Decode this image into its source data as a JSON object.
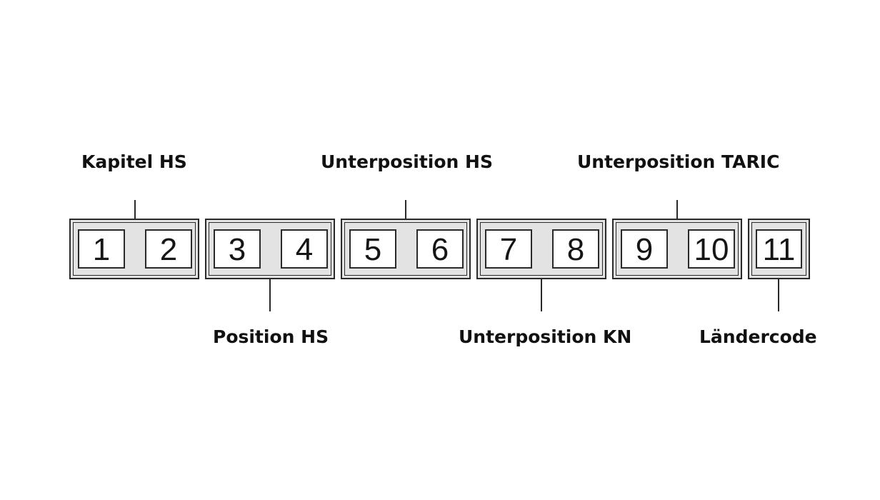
{
  "labels": {
    "kapitel_hs": "Kapitel HS",
    "position_hs": "Position HS",
    "unterposition_hs": "Unterposition HS",
    "unterposition_kn": "Unterposition KN",
    "unterposition_taric": "Unterposition TARIC",
    "laendercode": "Ländercode"
  },
  "digits": [
    "1",
    "2",
    "3",
    "4",
    "5",
    "6",
    "7",
    "8",
    "9",
    "10",
    "11"
  ]
}
